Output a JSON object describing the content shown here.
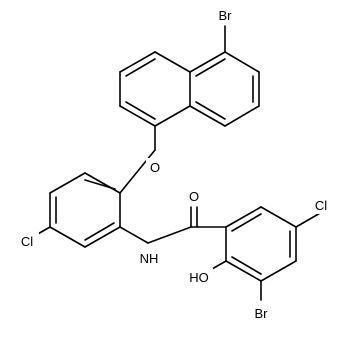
{
  "atoms": {
    "br_naphthalene": "Br",
    "ether_o": "O",
    "cl_left": "Cl",
    "amide_nh": "NH",
    "amide_o": "O",
    "cl_right": "Cl",
    "hydroxyl": "HO",
    "br_bottom": "Br"
  },
  "colors": {
    "bond": "#000000",
    "label": "#000000",
    "background": "#ffffff"
  }
}
